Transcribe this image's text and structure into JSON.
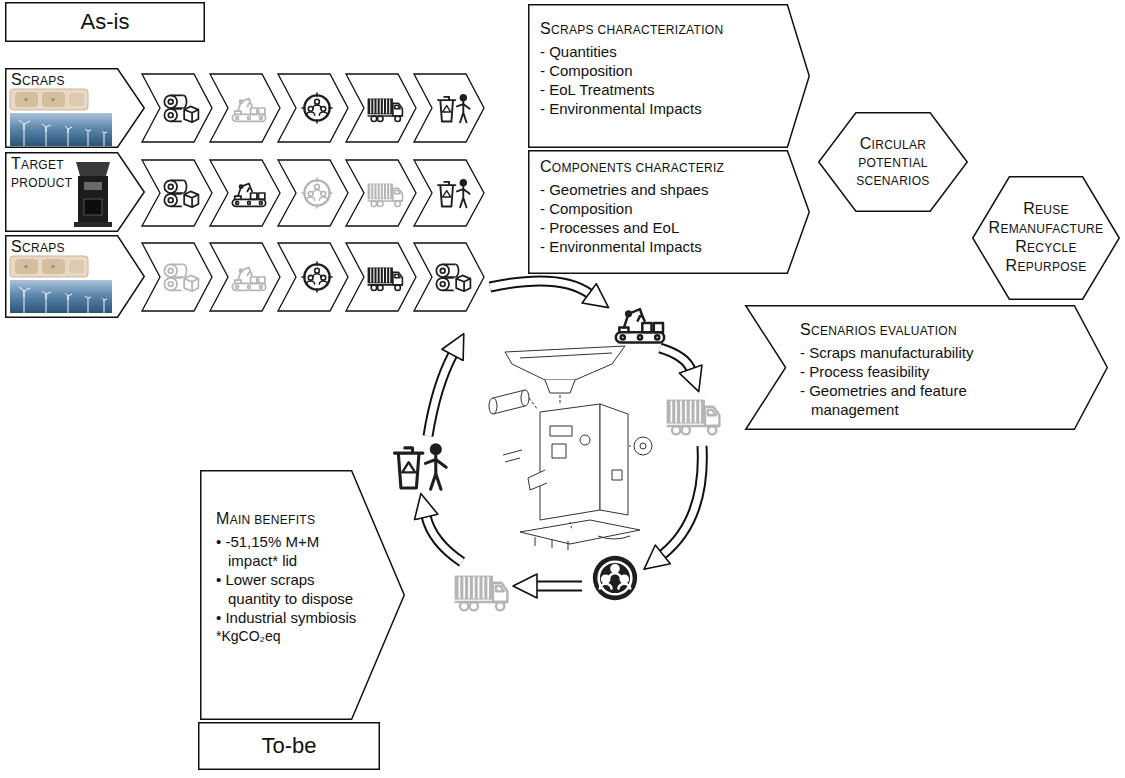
{
  "diagram": {
    "nodes": [
      {
        "text": [
          "As-is"
        ]
      },
      {
        "text": [
          "SCRAPS"
        ]
      },
      {
        "text": [
          "SCRAPS CHARACTERIZATION",
          "- Quantities",
          "- Composition",
          "- EoL Treatments",
          "- Environmental Impacts"
        ]
      },
      {
        "text": [
          "TARGET PRODUCT"
        ]
      },
      {
        "text": [
          "COMPONENTS CHARACTERIZ",
          "- Geometries and shpaes",
          "- Composition",
          "- Processes and EoL",
          "- Environmental Impacts"
        ]
      },
      {
        "text": [
          "CIRCULAR POTENTIAL SCENARIOS"
        ]
      },
      {
        "text": [
          "REUSE",
          "REMANUFACTURE",
          "RECYCLE",
          "REPURPOSE"
        ]
      },
      {
        "text": [
          "SCRAPS"
        ]
      },
      {
        "text": [
          "SCENARIOS EVALUATION",
          "- Scraps manufacturability",
          "- Process feasibility",
          "- Geometries and feature management"
        ]
      },
      {
        "text": [
          "MAIN BENEFITS",
          "• -51,15% M+M impact* lid",
          "• Lower scraps quantity to dispose",
          "• Industrial symbiosis",
          "*KgCO₂eq"
        ]
      },
      {
        "text": [
          "To-be"
        ]
      }
    ]
  }
}
